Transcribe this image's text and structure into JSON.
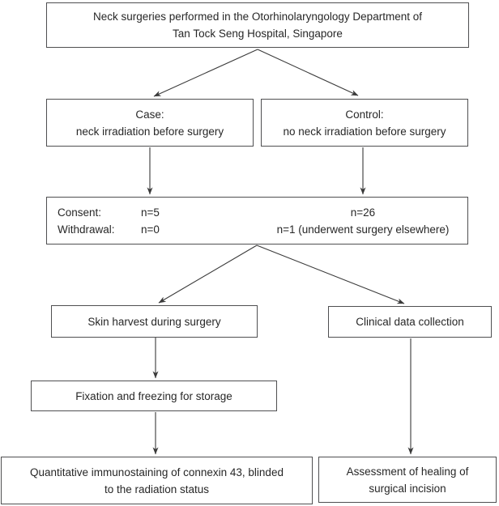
{
  "colors": {
    "bg": "#ffffff",
    "border": "#4f4f51",
    "text": "#272727",
    "arrow": "#3a3a3a"
  },
  "nodes": {
    "source": {
      "line1": "Neck surgeries performed in the Otorhinolaryngology Department of",
      "line2": "Tan Tock Seng Hospital, Singapore"
    },
    "case": {
      "line1": "Case:",
      "line2": "neck irradiation before surgery"
    },
    "control": {
      "line1": "Control:",
      "line2": "no neck irradiation before surgery"
    },
    "enrollment": {
      "row1_label": "Consent:",
      "row1_case": "n=5",
      "row1_control": "n=26",
      "row2_label": "Withdrawal:",
      "row2_case": "n=0",
      "row2_control": "n=1 (underwent surgery elsewhere)"
    },
    "skin_harvest": {
      "line1": "Skin harvest during surgery"
    },
    "clinical_data": {
      "line1": "Clinical data collection"
    },
    "fixation": {
      "line1": "Fixation and freezing for storage"
    },
    "immunostaining": {
      "line1": "Quantitative immunostaining of connexin 43, blinded",
      "line2": "to the radiation status"
    },
    "healing": {
      "line1": "Assessment of healing of",
      "line2": "surgical incision"
    }
  }
}
